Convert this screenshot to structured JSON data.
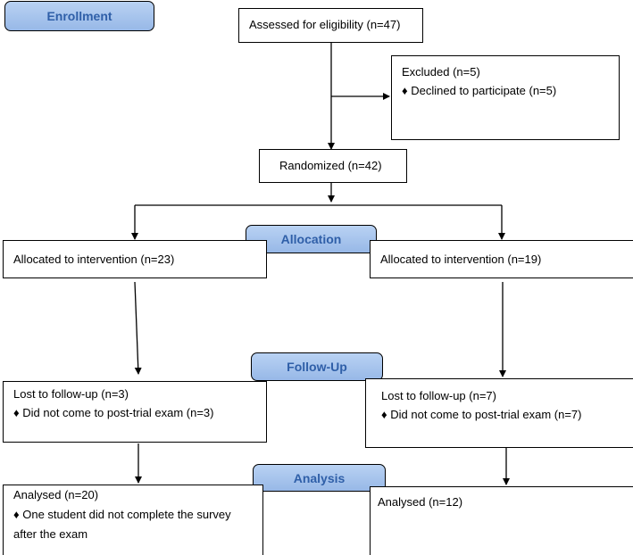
{
  "stages": {
    "enrollment": "Enrollment",
    "allocation": "Allocation",
    "follow_up": "Follow-Up",
    "analysis": "Analysis"
  },
  "assessed": "Assessed for eligibility (n=47)",
  "excluded": {
    "title": "Excluded (n=5)",
    "bullet": "♦  Declined to participate (n=5)"
  },
  "randomized": "Randomized (n=42)",
  "left_arm": {
    "allocated": "Allocated to intervention (n=23)",
    "lost": "Lost to follow-up (n=3)",
    "lost_reason": "♦ Did not come to post-trial exam (n=3)",
    "analysed": "Analysed (n=20)",
    "analysed_note_1": "♦ One student did not complete the survey",
    "analysed_note_2": "after the exam"
  },
  "right_arm": {
    "allocated": "Allocated to intervention (n=19)",
    "lost": "Lost to follow-up (n=7)",
    "lost_reason": "♦ Did not come to post-trial exam (n=7)",
    "analysed": "Analysed (n=12)"
  },
  "colors": {
    "stage_fill": "#a9c6ee",
    "stage_text": "#2f5fa8",
    "line": "#000000"
  }
}
